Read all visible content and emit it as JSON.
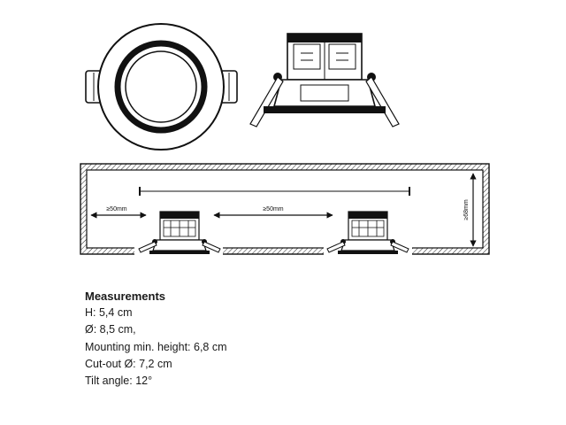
{
  "diagram": {
    "dimensions": {
      "left_clearance": "≥50mm",
      "spacing": "≥50mm",
      "ceiling_height": "≥68mm"
    }
  },
  "specs": {
    "heading": "Measurements",
    "rows": [
      "H: 5,4 cm",
      "Ø: 8,5 cm,",
      "Mounting min. height: 6,8 cm",
      "Cut-out Ø: 7,2 cm",
      "Tilt angle: 12°"
    ]
  }
}
